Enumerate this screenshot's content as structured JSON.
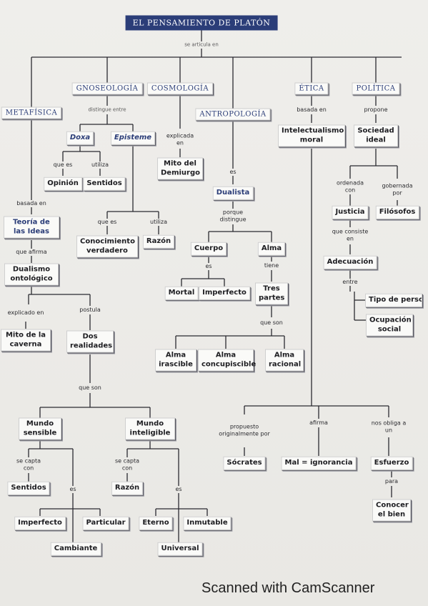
{
  "title": "EL PENSAMIENTO DE PLATÓN",
  "root_label": "se articula en",
  "watermark": "Scanned with CamScanner",
  "metafisica": {
    "name": "METAFÍSICA",
    "lbl1": "basada en",
    "teoria": "Teoría de las Ideas",
    "lbl2": "que afirma",
    "dualismo": "Dualismo ontológico",
    "lbl_expl": "explicado en",
    "mito": "Mito de la caverna",
    "lbl_postula": "postula",
    "dos": "Dos realidades",
    "lbl_queson": "que son",
    "sensible": "Mundo sensible",
    "inteligible": "Mundo inteligible",
    "lbl_capta1": "se capta con",
    "sentidos": "Sentidos",
    "lbl_es1": "es",
    "imperfecto": "Imperfecto",
    "particular": "Particular",
    "cambiante": "Cambiante",
    "lbl_capta2": "se capta con",
    "razon": "Razón",
    "lbl_es2": "es",
    "eterno": "Eterno",
    "inmutable": "Inmutable",
    "universal": "Universal"
  },
  "gnoseologia": {
    "name": "GNOSEOLOGÍA",
    "lbl": "distingue entre",
    "doxa": "Doxa",
    "episteme": "Episteme",
    "lbl_quees1": "que es",
    "opinion": "Opinión",
    "lbl_utiliza1": "utiliza",
    "sentidos": "Sentidos",
    "lbl_quees2": "que es",
    "conocimiento": "Conocimiento verdadero",
    "lbl_utiliza2": "utiliza",
    "razon": "Razón"
  },
  "cosmologia": {
    "name": "COSMOLOGÍA",
    "lbl": "explicada en",
    "mito": "Mito del Demiurgo"
  },
  "antropologia": {
    "name": "ANTROPOLOGÍA",
    "lbl_es": "es",
    "dualista": "Dualista",
    "lbl_porque": "porque distingue",
    "cuerpo": "Cuerpo",
    "alma": "Alma",
    "lbl_es2": "es",
    "mortal": "Mortal",
    "imperfecto": "Imperfecto",
    "lbl_tiene": "tiene",
    "tres": "Tres partes",
    "lbl_queson": "que son",
    "irascible": "Alma irascible",
    "concupiscible": "Alma concupiscible",
    "racional": "Alma racional"
  },
  "etica": {
    "name": "ÉTICA",
    "lbl": "basada en",
    "intelectualismo": "Intelectualismo moral",
    "lbl_propuesto": "propuesto originalmente por",
    "socrates": "Sócrates",
    "lbl_afirma": "afirma",
    "mal": "Mal = ignorancia",
    "lbl_obliga": "nos obliga a un",
    "esfuerzo": "Esfuerzo",
    "lbl_para": "para",
    "conocer": "Conocer el bien"
  },
  "politica": {
    "name": "POLÍTICA",
    "lbl": "propone",
    "sociedad": "Sociedad ideal",
    "lbl_ordenada": "ordenada con",
    "justicia": "Justicia",
    "lbl_gobernada": "gobernada por",
    "filosofos": "Filósofos",
    "lbl_consiste": "que consiste en",
    "adecuacion": "Adecuación",
    "lbl_entre": "entre",
    "tipo": "Tipo de persona",
    "ocupacion": "Ocupación social"
  }
}
